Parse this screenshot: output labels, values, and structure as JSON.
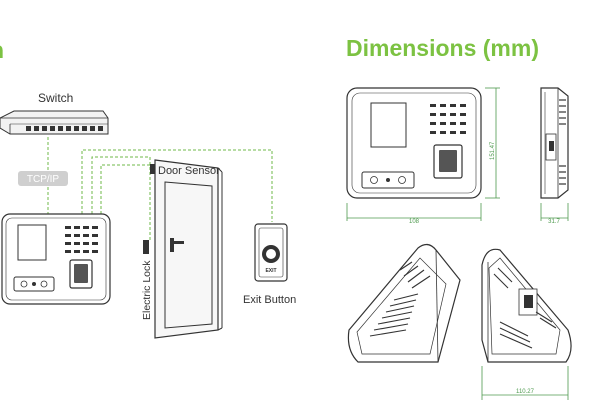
{
  "headings": {
    "left_fragment": "n",
    "right": "Dimensions (mm)"
  },
  "connection_diagram": {
    "switch_label": "Switch",
    "network_label": "TCP/IP",
    "door_sensor_label": "Door Sensor",
    "electric_lock_label": "Electric Lock",
    "exit_button_label": "Exit Button",
    "exit_button_text": "EXIT"
  },
  "dimensions": {
    "front_width": "108",
    "front_height": "151.47",
    "side_depth": "31.7",
    "tilted_depth": "110.27"
  },
  "colors": {
    "accent_green": "#7cc242",
    "wire_green": "#6fb84a",
    "dimension_green": "#4f9a4f",
    "line_dark": "#333333"
  }
}
